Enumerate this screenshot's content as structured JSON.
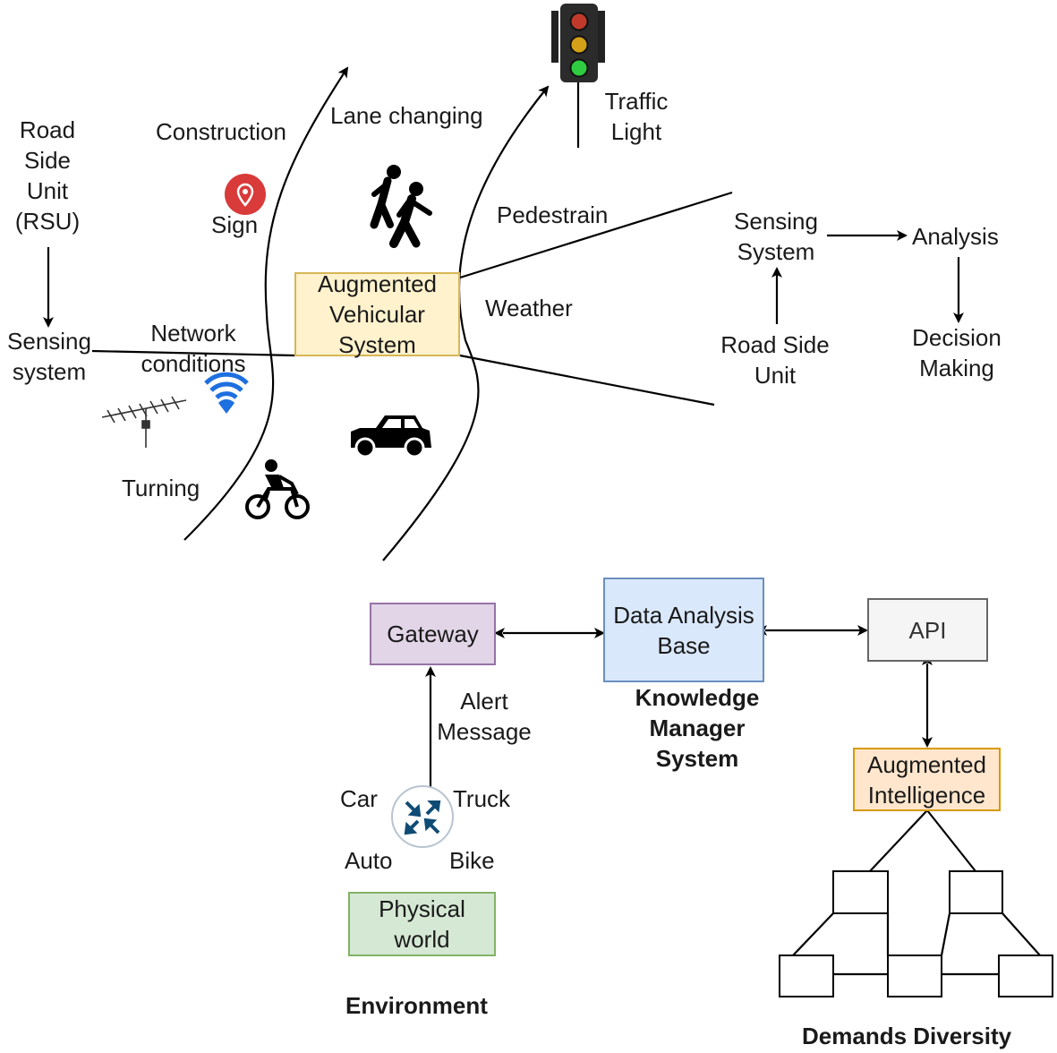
{
  "labels": {
    "road_side_unit_rsu": "Road\nSide\nUnit\n(RSU)",
    "sensing_system_left": "Sensing\nsystem",
    "construction": "Construction",
    "lane_changing": "Lane changing",
    "sign": "Sign",
    "network_conditions": "Network\nconditions",
    "turning": "Turning",
    "traffic_light": "Traffic\nLight",
    "pedestrain": "Pedestrain",
    "weather": "Weather",
    "sensing_system_right": "Sensing\nSystem",
    "analysis": "Analysis",
    "road_side_unit": "Road Side\nUnit",
    "decision_making": "Decision\nMaking",
    "alert_message": "Alert\nMessage",
    "car": "Car",
    "truck": "Truck",
    "auto": "Auto",
    "bike": "Bike",
    "knowledge_manager_system": "Knowledge\nManager\nSystem",
    "environment": "Environment",
    "demands_diversity": "Demands Diversity"
  },
  "boxes": {
    "augmented_vehicular_system": "Augmented\nVehicular\nSystem",
    "gateway": "Gateway",
    "data_analysis_base": "Data Analysis\nBase",
    "api": "API",
    "augmented_intelligence": "Augmented\nIntelligence",
    "physical_world": "Physical\nworld"
  },
  "colors": {
    "augmented_vehicular_fill": "#fff2cc",
    "augmented_vehicular_border": "#d6b656",
    "gateway_fill": "#e1d5e7",
    "gateway_border": "#9673a6",
    "data_analysis_fill": "#dae8fc",
    "data_analysis_border": "#6c8ebf",
    "api_fill": "#f5f5f5",
    "api_border": "#666666",
    "augmented_intelligence_fill": "#ffe6cc",
    "augmented_intelligence_border": "#d79b00",
    "physical_world_fill": "#d5e8d4",
    "physical_world_border": "#82b366",
    "sign_pin": "#d93a3a",
    "wifi": "#1e6fe0",
    "router": "#0f4c75"
  },
  "icons": {
    "traffic_light": "traffic-light-icon",
    "pedestrian": "pedestrian-icon",
    "location_pin": "location-pin-icon",
    "wifi": "wifi-icon",
    "antenna": "antenna-icon",
    "car": "car-icon",
    "motorbike": "motorbike-icon",
    "router": "router-icon"
  }
}
